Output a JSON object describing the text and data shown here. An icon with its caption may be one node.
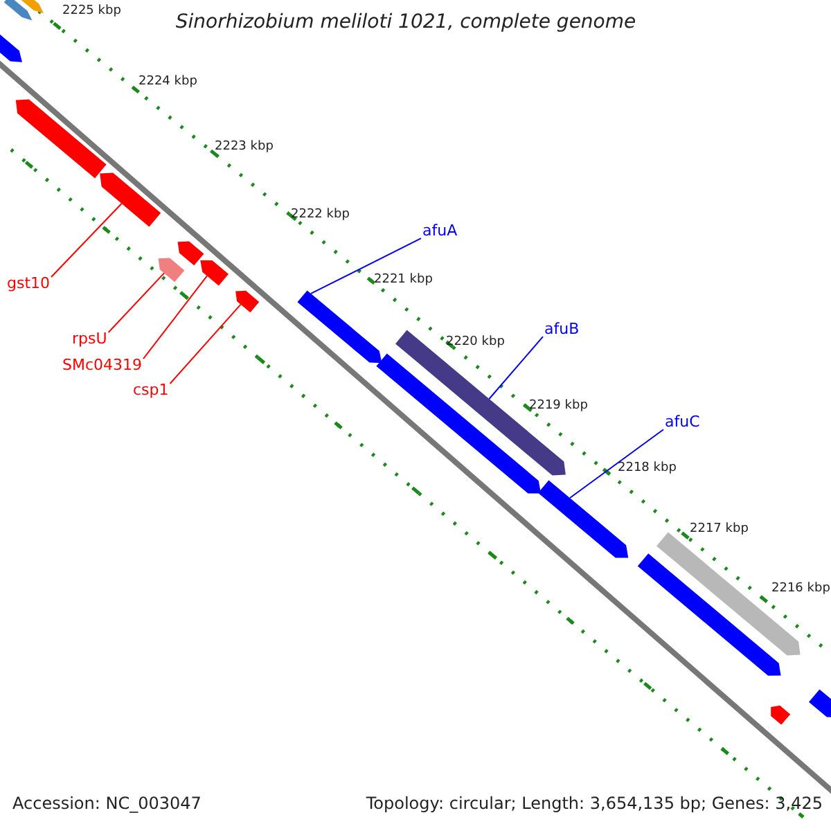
{
  "diagram": {
    "title": "Sinorhizobium meliloti 1021, complete genome",
    "nodes": [
      {
        "text": [
          "gst10"
        ]
      },
      {
        "text": [
          "rpsU"
        ]
      },
      {
        "text": [
          "SMc04319"
        ]
      },
      {
        "text": [
          "csp1"
        ]
      },
      {
        "text": [
          "afuA"
        ]
      },
      {
        "text": [
          "afuB"
        ]
      },
      {
        "text": [
          "afuC"
        ]
      },
      {
        "text": [],
        "shape": "bar"
      },
      {
        "text": [],
        "shape": "bar"
      },
      {
        "text": [],
        "shape": "bar"
      },
      {
        "text": [],
        "shape": "bar"
      },
      {
        "text": [],
        "shape": "bar"
      },
      {
        "text": [],
        "shape": "bar"
      },
      {
        "text": [],
        "shape": "bar"
      },
      {
        "text": [],
        "shape": "bar"
      },
      {
        "text": [],
        "shape": "bar"
      },
      {
        "text": [],
        "shape": "bar"
      },
      {
        "text": [],
        "shape": "bar"
      },
      {
        "text": [],
        "shape": "bar"
      },
      {
        "text": [],
        "shape": "bar"
      },
      {
        "text": [],
        "shape": "bar"
      },
      {
        "text": [],
        "shape": "bar"
      },
      {
        "text": [],
        "shape": "bar"
      },
      {
        "text": [],
        "shape": "bar"
      }
    ],
    "edges": [
      {
        "from": 0,
        "to": 11,
        "arrow": "none",
        "color": "#ff0000"
      },
      {
        "from": 1,
        "to": 12,
        "arrow": "none",
        "color": "#ff0000"
      },
      {
        "from": 2,
        "to": 14,
        "arrow": "none",
        "color": "#ff0000"
      },
      {
        "from": 3,
        "to": 15,
        "arrow": "none",
        "color": "#ff0000"
      },
      {
        "from": 4,
        "to": 16,
        "arrow": "none",
        "color": "#0000ff"
      },
      {
        "from": 5,
        "to": 18,
        "arrow": "none",
        "color": "#0000ff"
      },
      {
        "from": 6,
        "to": 19,
        "arrow": "none",
        "color": "#0000ff"
      }
    ],
    "labels": [
      "2225 kbp",
      "2224 kbp",
      "2223 kbp",
      "2222 kbp",
      "2221 kbp",
      "2220 kbp",
      "2219 kbp",
      "2218 kbp",
      "2217 kbp",
      "2216 kbp",
      "Accession: NC_003047",
      "Topology: circular; Length: 3,654,135 bp; Genes: 3,425"
    ]
  }
}
